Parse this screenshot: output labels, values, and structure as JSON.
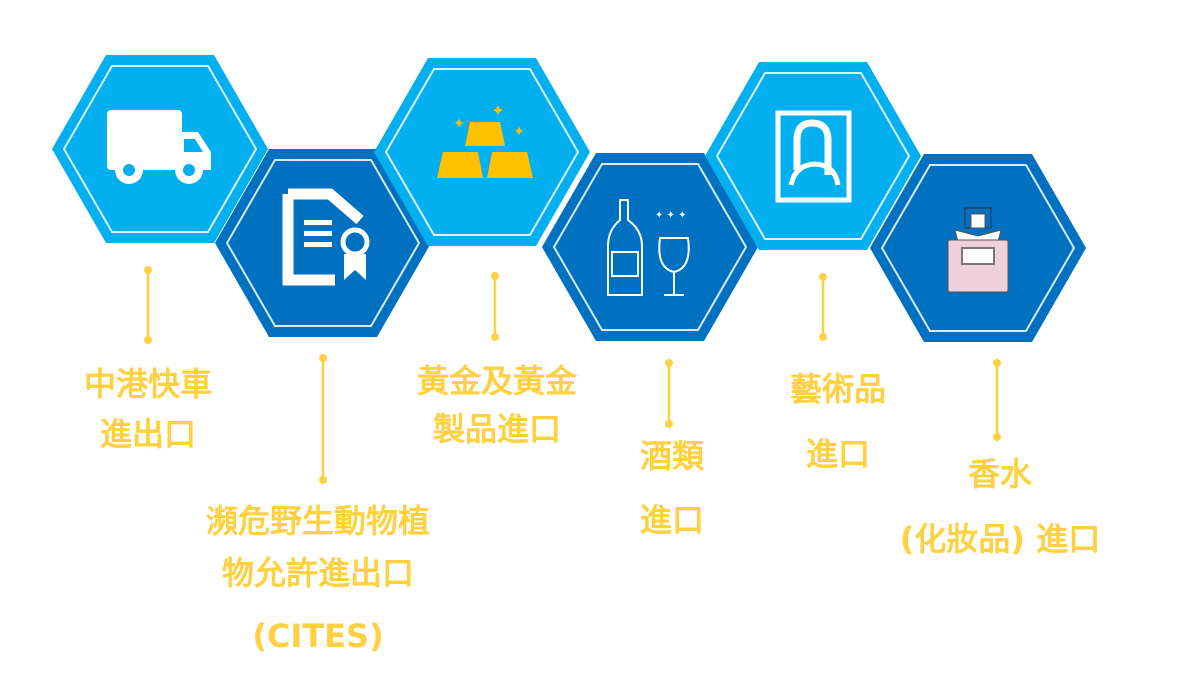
{
  "colors": {
    "light_hex": "#03b0ef",
    "dark_hex": "#0070c0",
    "accent": "#ffd03f"
  },
  "items": [
    {
      "icon": "truck-icon",
      "lines": [
        "中港快車",
        "進出口"
      ]
    },
    {
      "icon": "certificate-icon",
      "lines": [
        "瀕危野生動物植",
        "物允許進出口",
        "(CITES)"
      ]
    },
    {
      "icon": "gold-bars-icon",
      "lines": [
        "黃金及黃金",
        "製品進口"
      ]
    },
    {
      "icon": "wine-icon",
      "lines": [
        "酒類",
        "進口"
      ]
    },
    {
      "icon": "portrait-icon",
      "lines": [
        "藝術品",
        "進口"
      ]
    },
    {
      "icon": "perfume-icon",
      "lines": [
        "香水",
        "(化妝品) 進口"
      ]
    }
  ]
}
